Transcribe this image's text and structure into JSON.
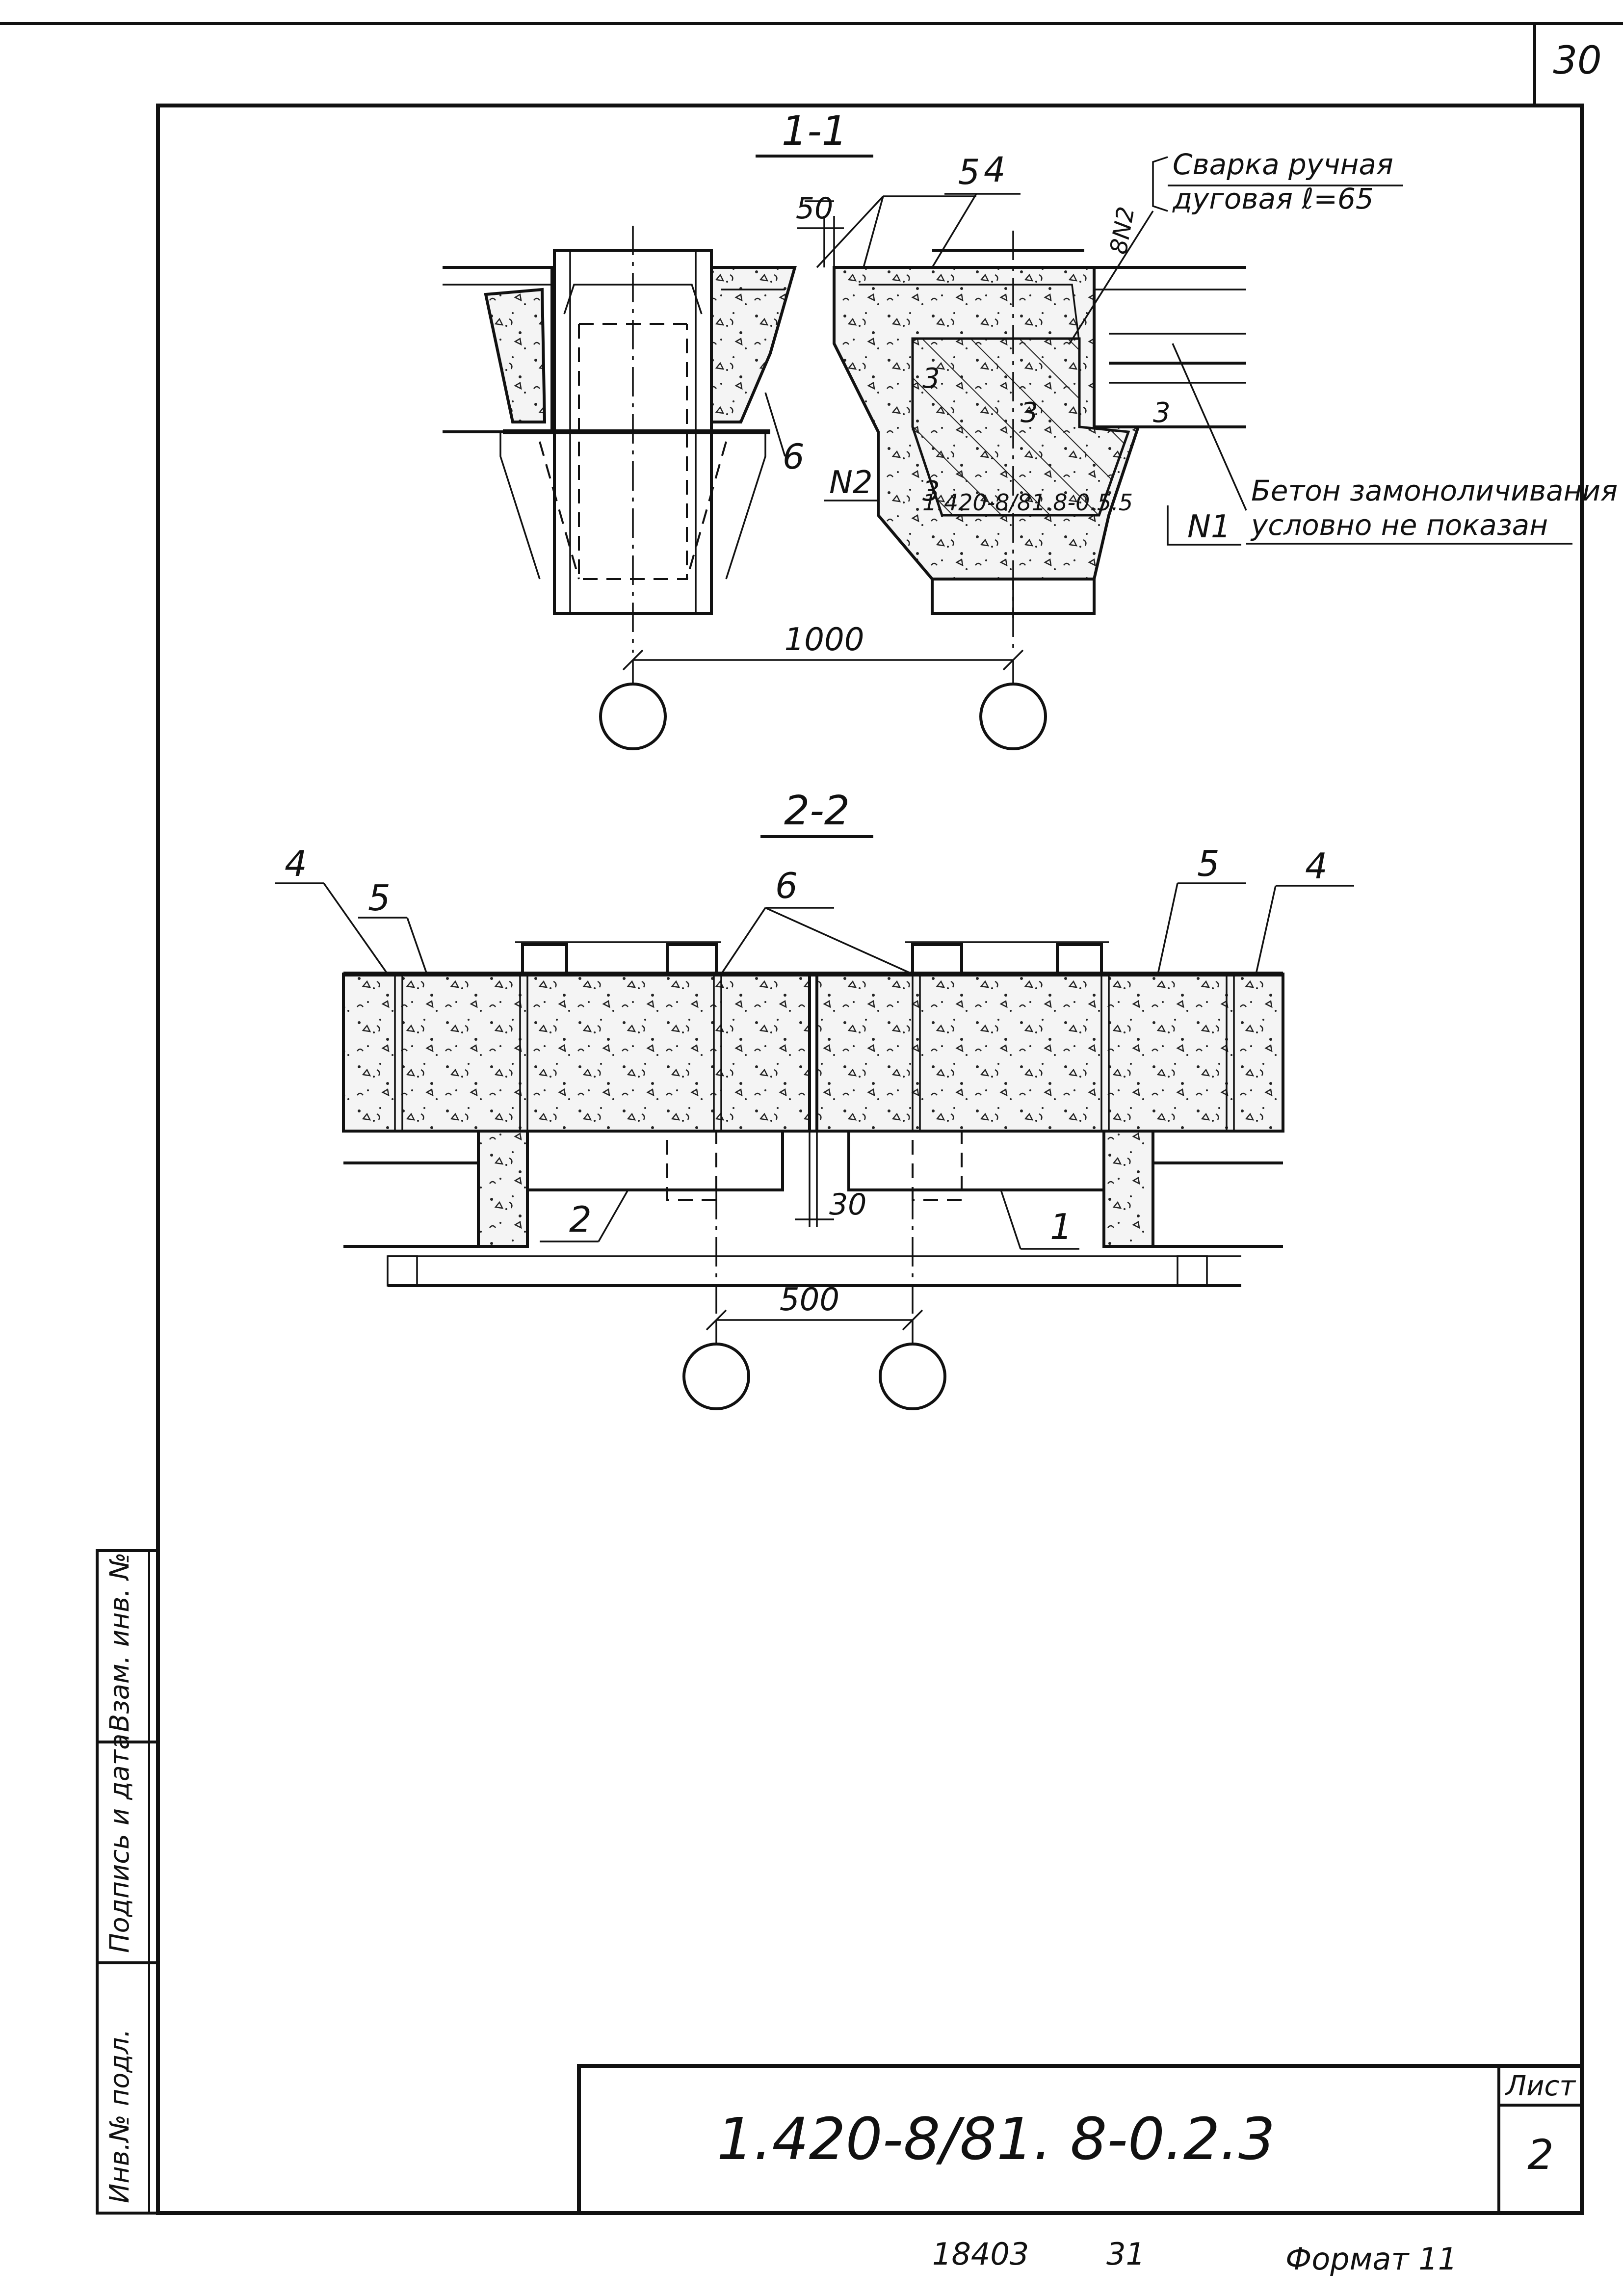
{
  "page_number": "30",
  "section_1": {
    "title": "1-1",
    "callouts": [
      "5",
      "4",
      "6",
      "3",
      "3",
      "3",
      "3"
    ],
    "dim_gap": "50",
    "dim_axes": "1000",
    "weld_note_line1": "Сварка ручная",
    "weld_note_line2": "дуговая ℓ=65",
    "weld_mark": "8N2",
    "ref_code": "1.420-8/81.8-0.5.5",
    "node_left": "N2",
    "node_right": "N1",
    "concrete_note_line1": "Бетон замоноличивания",
    "concrete_note_line2": "условно не показан"
  },
  "section_2": {
    "title": "2-2",
    "callouts_top": [
      "4",
      "5",
      "6",
      "5",
      "4"
    ],
    "callouts_bottom": [
      "2",
      "1"
    ],
    "dim_gap": "30",
    "dim_axes": "500"
  },
  "side_stamp": [
    "Инв.№ подл.",
    "Подпись и дата",
    "Взам. инв. №"
  ],
  "title_block": {
    "designation": "1.420-8/81. 8-0.2.3",
    "sheet_label": "Лист",
    "sheet_number": "2"
  },
  "footer": {
    "archive_number": "18403",
    "copy_number": "31",
    "format": "Формат 11"
  }
}
